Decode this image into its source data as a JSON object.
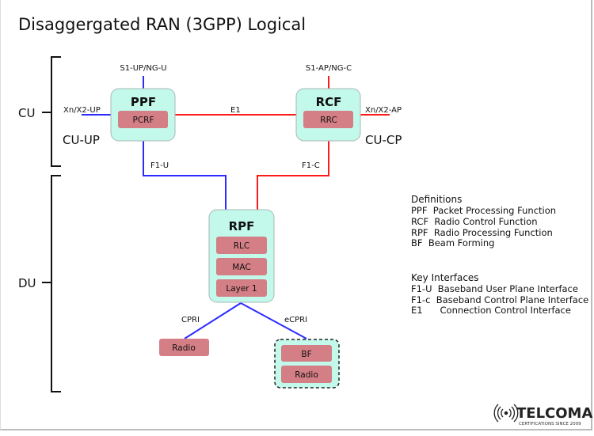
{
  "title": "Disaggergated RAN (3GPP) Logical",
  "colors": {
    "user_plane": "#2b2bff",
    "control_plane": "#ff1a1a",
    "box_fill": "#c2f9ea",
    "inner_fill": "#d47e85"
  },
  "groups": {
    "cu": "CU",
    "du": "DU",
    "cu_up": "CU-UP",
    "cu_cp": "CU-CP"
  },
  "nodes": {
    "ppf": {
      "label": "PPF",
      "inner": "PCRF"
    },
    "rcf": {
      "label": "RCF",
      "inner": "RRC"
    },
    "rpf": {
      "label": "RPF",
      "layers": [
        "RLC",
        "MAC",
        "Layer 1"
      ]
    },
    "radio": "Radio",
    "bf_group": {
      "bf": "BF",
      "radio": "Radio"
    }
  },
  "interfaces": {
    "s1_up": "S1-UP/NG-U",
    "s1_ap": "S1-AP/NG-C",
    "xn_up": "Xn/X2-UP",
    "xn_ap": "Xn/X2-AP",
    "e1": "E1",
    "f1_u": "F1-U",
    "f1_c": "F1-C",
    "cpri": "CPRI",
    "ecpri": "eCPRI"
  },
  "definitions": {
    "heading": "Definitions",
    "items": [
      "PPF  Packet Processing Function",
      "RCF  Radio Control Function",
      "RPF  Radio Processing Function",
      "BF  Beam Forming"
    ]
  },
  "key_interfaces": {
    "heading": "Key Interfaces",
    "items": [
      "F1-U  Baseband User Plane Interface",
      "F1-c  Baseband Control Plane Interface",
      "E1      Connection Control Interface"
    ]
  },
  "logo": {
    "name": "TELCOMA",
    "tagline": "CERTIFICATIONS SINCE 2009"
  }
}
